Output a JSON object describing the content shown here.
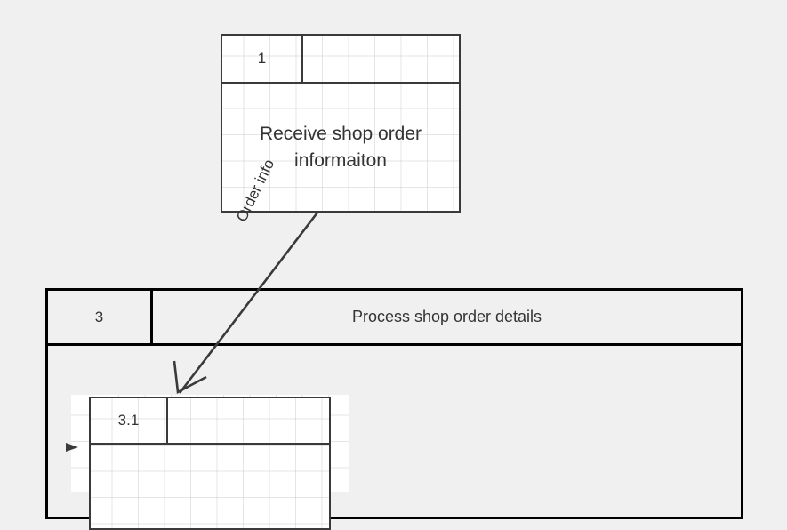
{
  "diagram": {
    "type": "idef0-process-decomposition",
    "background_color": "#f0f0f0",
    "line_color": "#3a3a3a",
    "text_color": "#333333",
    "grid_color": "#aaaab4"
  },
  "nodes": {
    "receive_order": {
      "number": "1",
      "title": "Receive shop order\ninformaiton"
    },
    "process_details": {
      "number": "3",
      "title": "Process shop order details"
    },
    "sub_activity": {
      "number": "3.1",
      "title": ""
    }
  },
  "edges": [
    {
      "id": "order-info-flow",
      "label": "Order info",
      "from": "receive_order",
      "to": "sub_activity"
    },
    {
      "id": "left-input-flow",
      "label": "",
      "from": "",
      "to": "sub_activity"
    }
  ]
}
